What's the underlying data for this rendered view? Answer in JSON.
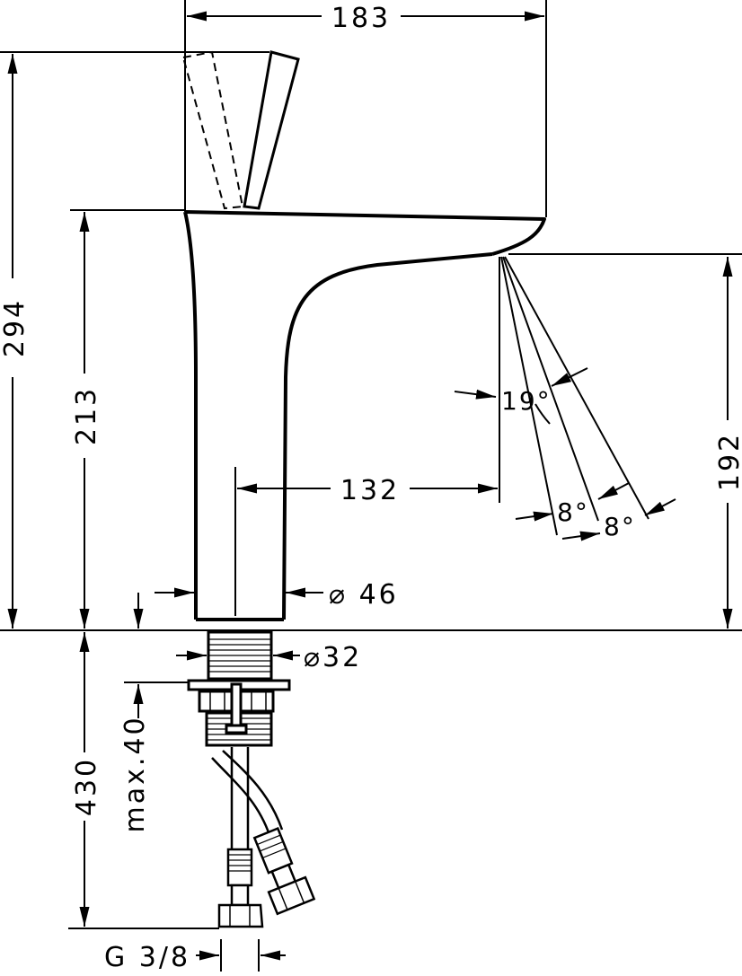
{
  "drawing": {
    "overall_width": "183",
    "overall_height": "294",
    "body_height": "213",
    "spout_height": "192",
    "spout_reach": "132",
    "body_diameter": "⌀ 46",
    "shank_diameter": "⌀32",
    "spray_angle": "19°",
    "spray_step_1": "8°",
    "spray_step_2": "8°",
    "below_deck_length": "430",
    "max_deck_thickness": "max.40",
    "connection_thread": "G 3/8"
  }
}
